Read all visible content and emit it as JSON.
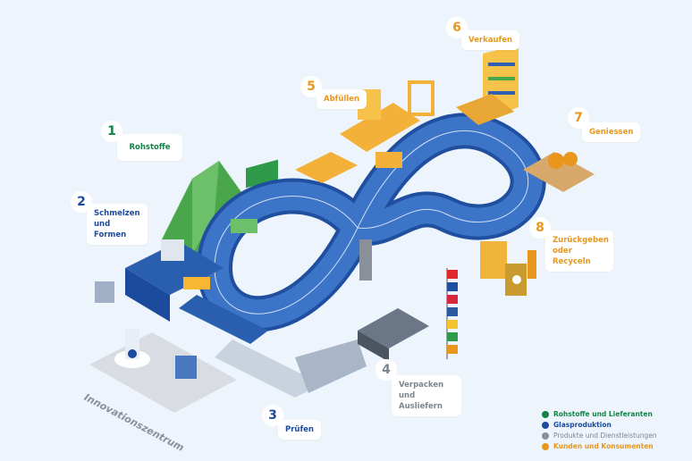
{
  "steps": [
    {
      "number": "1",
      "label": "Rohstoffe"
    },
    {
      "number": "2",
      "label": "Schmelzen und Formen"
    },
    {
      "number": "3",
      "label": "Prüfen"
    },
    {
      "number": "4",
      "label": "Verpacken und Ausliefern"
    },
    {
      "number": "5",
      "label": "Abfüllen"
    },
    {
      "number": "6",
      "label": "Verkaufen"
    },
    {
      "number": "7",
      "label": "Geniessen"
    },
    {
      "number": "8",
      "label": "Zurückgeben oder Recyceln"
    }
  ],
  "innovation_label": "Innovationszentrum",
  "legend": [
    {
      "label": "Rohstoffe und Lieferanten",
      "color": "#128447"
    },
    {
      "label": "Glasproduktion",
      "color": "#1c4a9c"
    },
    {
      "label": "Produkte und Dienstleistungen",
      "color": "#8a9099"
    },
    {
      "label": "Kunden und Konsumenten",
      "color": "#e8971c"
    }
  ]
}
